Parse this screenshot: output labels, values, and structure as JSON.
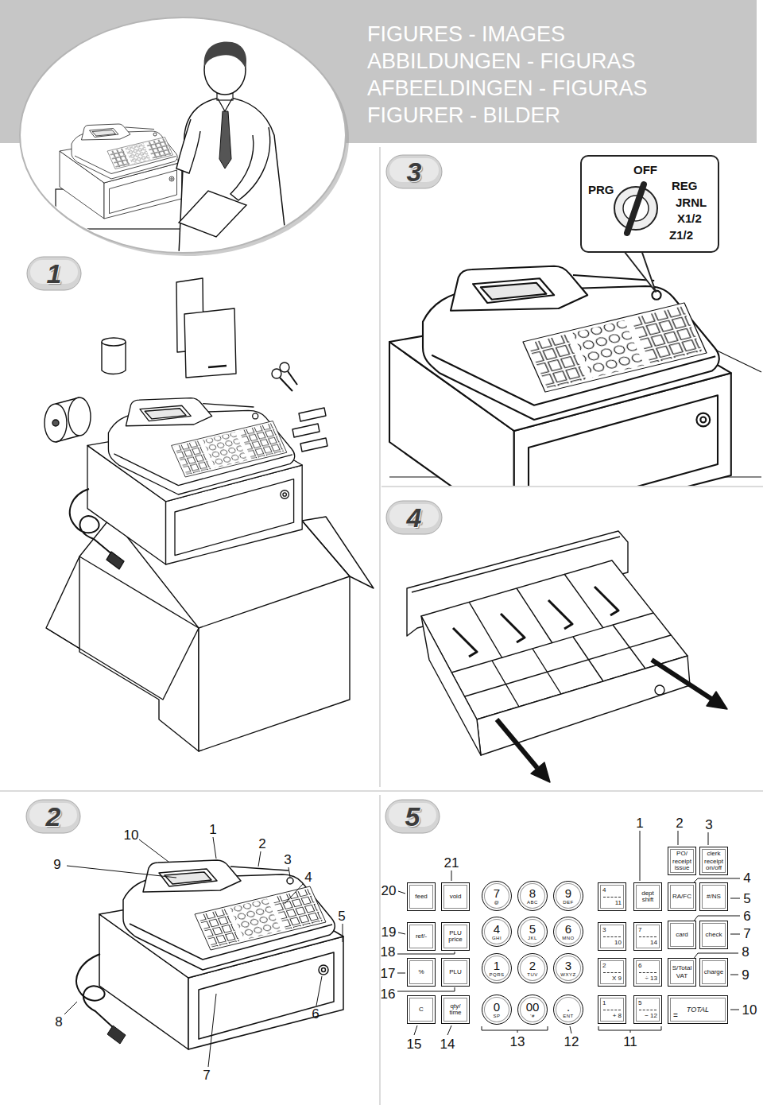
{
  "diagram": {
    "title": "FIGURES - IMAGES ABBILDUNGEN - FIGURAS AFBEELDINGEN - FIGURAS FIGURER - BILDER",
    "nodes": [
      {
        "text": [
          "OFF",
          "PRG",
          "REG",
          "JRNL",
          "X1/2",
          "Z1/2"
        ]
      },
      {
        "text": [
          "PO/",
          "receipt issue"
        ]
      },
      {
        "text": [
          "clerk",
          "receipt on/off"
        ]
      },
      {
        "text": [
          "feed"
        ]
      },
      {
        "text": [
          "void"
        ]
      },
      {
        "text": [
          "7",
          "@"
        ]
      },
      {
        "text": [
          "8",
          "ABC"
        ]
      },
      {
        "text": [
          "9",
          "DEF"
        ]
      },
      {
        "text": [
          "4",
          "11"
        ]
      },
      {
        "text": [
          "dept shift"
        ]
      },
      {
        "text": [
          "RA/FC"
        ]
      },
      {
        "text": [
          "#/NS"
        ]
      },
      {
        "text": [
          "ref/-"
        ]
      },
      {
        "text": [
          "PLU price"
        ]
      },
      {
        "text": [
          "4",
          "GHI"
        ]
      },
      {
        "text": [
          "5",
          "JKL"
        ]
      },
      {
        "text": [
          "6",
          "MNO"
        ]
      },
      {
        "text": [
          "3",
          "10"
        ]
      },
      {
        "text": [
          "7",
          "14"
        ]
      },
      {
        "text": [
          "card"
        ]
      },
      {
        "text": [
          "check"
        ]
      },
      {
        "text": [
          "%"
        ]
      },
      {
        "text": [
          "PLU"
        ]
      },
      {
        "text": [
          "1",
          "PQRS"
        ]
      },
      {
        "text": [
          "2",
          "TUV"
        ]
      },
      {
        "text": [
          "3",
          "WXYZ"
        ]
      },
      {
        "text": [
          "2",
          "X 9"
        ]
      },
      {
        "text": [
          "6",
          "÷ 13"
        ]
      },
      {
        "text": [
          "S/Total",
          "VAT"
        ]
      },
      {
        "text": [
          "charge"
        ]
      },
      {
        "text": [
          "C"
        ]
      },
      {
        "text": [
          "qty/ time"
        ]
      },
      {
        "text": [
          "0",
          "SP"
        ]
      },
      {
        "text": [
          "00",
          "'#"
        ]
      },
      {
        "text": [
          ".",
          "ENT"
        ]
      },
      {
        "text": [
          "1",
          "+ 8"
        ]
      },
      {
        "text": [
          "5",
          "− 12"
        ]
      },
      {
        "text": [
          "=",
          "TOTAL"
        ]
      }
    ],
    "labels": [
      "3",
      "1",
      "4",
      "2",
      "5",
      "10",
      "1",
      "2",
      "3",
      "9",
      "4",
      "5",
      "8",
      "6",
      "7",
      "1",
      "2",
      "3",
      "21",
      "20",
      "4",
      "5",
      "6",
      "19",
      "7",
      "18",
      "8",
      "17",
      "9",
      "16",
      "10",
      "15",
      "14",
      "13",
      "12",
      "11"
    ]
  }
}
